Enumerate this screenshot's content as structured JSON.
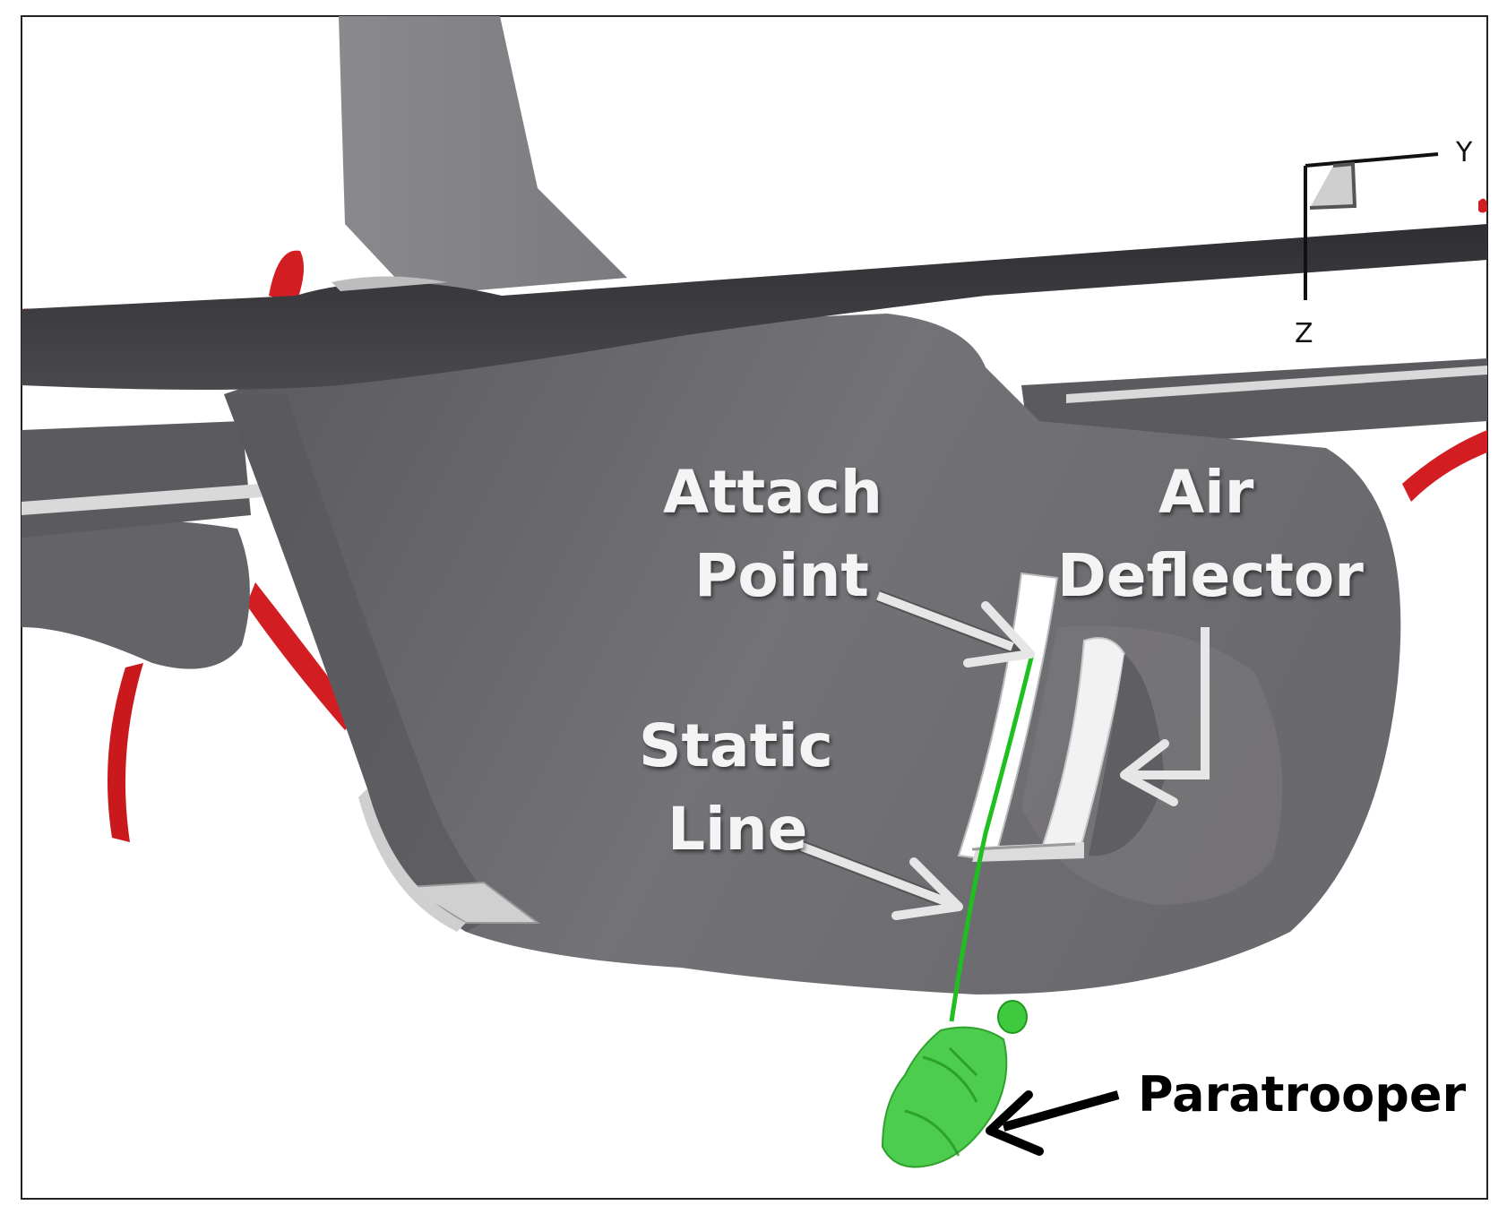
{
  "labels": {
    "attach_point_line1": "Attach",
    "attach_point_line2": "Point",
    "air_deflector_line1": "Air",
    "air_deflector_line2": "Deflector",
    "static_line_line1": "Static",
    "static_line_line2": "Line",
    "paratrooper": "Paratrooper"
  },
  "axes": {
    "y": "Y",
    "z": "Z"
  },
  "colors": {
    "fuselage": "#6d6c70",
    "fuselage_dark": "#4a494d",
    "wing": "#3e3d41",
    "propeller": "#d21e22",
    "static_line": "#1fbf1f",
    "paratrooper": "#3ec93e",
    "callout_arrow": "#e6e6e6",
    "paratrooper_arrow": "#000000"
  }
}
